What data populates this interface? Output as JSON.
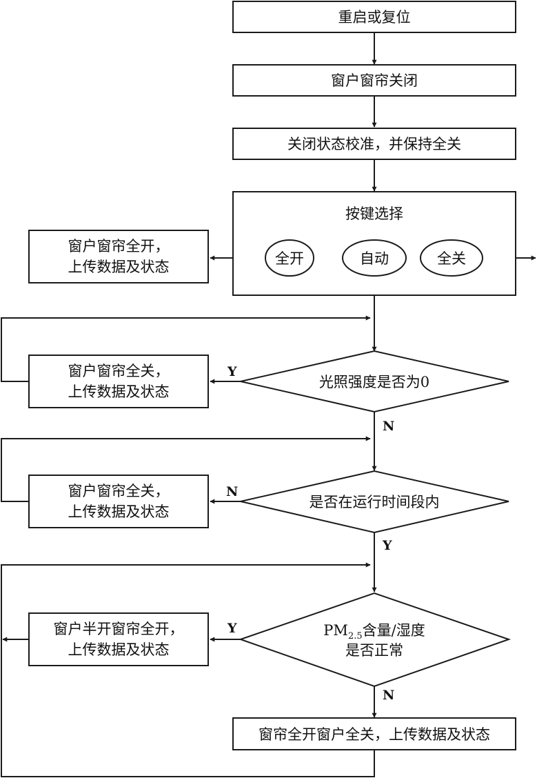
{
  "steps": {
    "restart": "重启或复位",
    "close_all": "窗户窗帘关闭",
    "calibrate": "关闭状态校准，并保持全关"
  },
  "key_select": {
    "title": "按键选择",
    "opt_open": "全开",
    "opt_auto": "自动",
    "opt_close": "全关"
  },
  "result_open": {
    "line1": "窗户窗帘全开，",
    "line2": "上传数据及状态"
  },
  "result_light": {
    "line1": "窗户窗帘全关，",
    "line2": "上传数据及状态"
  },
  "result_time": {
    "line1": "窗户窗帘全关，",
    "line2": "上传数据及状态"
  },
  "result_pm": {
    "line1": "窗户半开窗帘全开，",
    "line2": "上传数据及状态"
  },
  "result_final": "窗帘全开窗户全关，上传数据及状态",
  "decisions": {
    "light": "光照强度是否为0",
    "time": "是否在运行时间段内",
    "pm_prefix": "PM",
    "pm_sub": "2.5",
    "pm_suffix": "含量/湿度",
    "pm_line2": "是否正常"
  },
  "labels": {
    "light_yes": "Y",
    "light_no": "N",
    "time_no": "N",
    "time_yes": "Y",
    "pm_yes": "Y",
    "pm_no": "N"
  }
}
